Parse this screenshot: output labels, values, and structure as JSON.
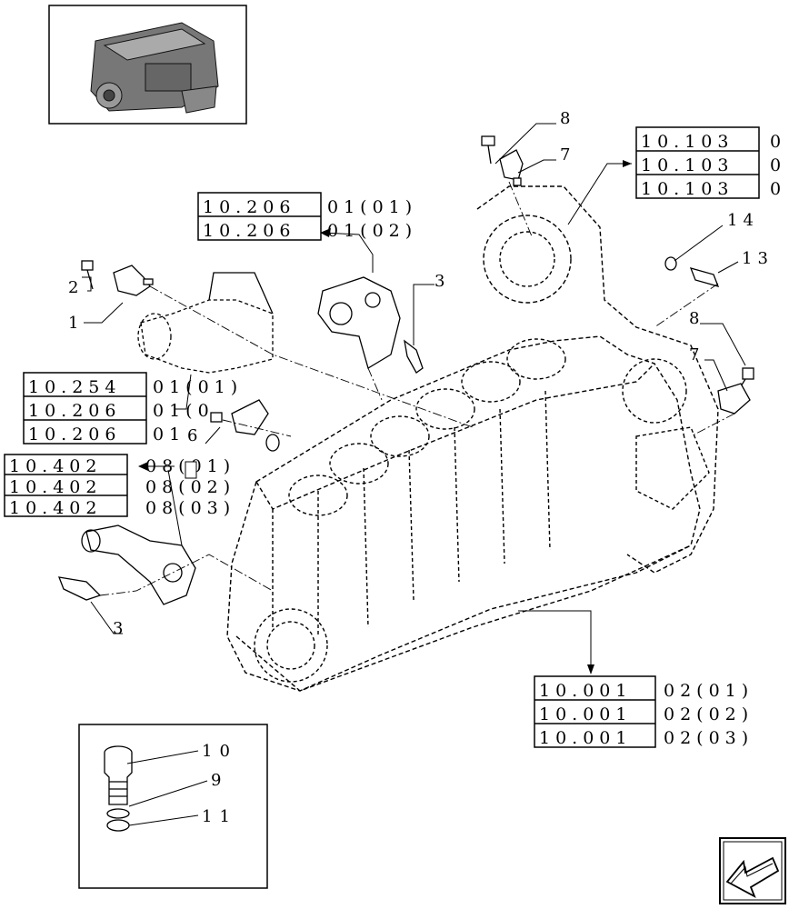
{
  "references": {
    "top_right": [
      {
        "box": "10.103",
        "rest": "0"
      },
      {
        "box": "10.103",
        "rest": "0"
      },
      {
        "box": "10.103",
        "rest": "0"
      }
    ],
    "mid_top": [
      {
        "box": "10.206",
        "rest": "01(01)"
      },
      {
        "box": "10.206",
        "rest": "01(02)"
      }
    ],
    "left_mid": [
      {
        "box": "10.254",
        "rest": "01(01)"
      },
      {
        "box": "10.206",
        "rest": "01(0"
      },
      {
        "box": "10.206",
        "rest": "01"
      }
    ],
    "left_low": [
      {
        "box": "10.402",
        "rest": "08(01)"
      },
      {
        "box": "10.402",
        "rest": "08(02)"
      },
      {
        "box": "10.402",
        "rest": "08(03)"
      }
    ],
    "bottom_right": [
      {
        "box": "10.001",
        "rest": "02(01)"
      },
      {
        "box": "10.001",
        "rest": "02(02)"
      },
      {
        "box": "10.001",
        "rest": "02(03)"
      }
    ]
  },
  "part_numbers": {
    "p8_top": "8",
    "p7_top": "7",
    "p14": "14",
    "p13": "13",
    "p3_top": "3",
    "p2": "2",
    "p1": "1",
    "p6": "6",
    "p8_right": "8",
    "p7_right": "7",
    "p3_bottom": "3",
    "p10": "10",
    "p9": "9",
    "p11": "11"
  },
  "icons": {
    "thumbnail": "engine-thumbnail-icon",
    "nav": "next-page-arrow-icon"
  }
}
